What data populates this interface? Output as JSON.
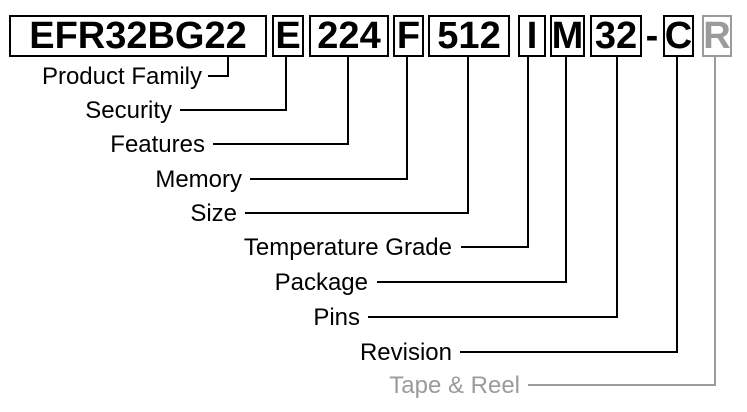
{
  "part_number": {
    "separator": "-",
    "segments": [
      {
        "code": "EFR32BG22",
        "label": "Product Family",
        "muted": false
      },
      {
        "code": "E",
        "label": "Security",
        "muted": false
      },
      {
        "code": "224",
        "label": "Features",
        "muted": false
      },
      {
        "code": "F",
        "label": "Memory",
        "muted": false
      },
      {
        "code": "512",
        "label": "Size",
        "muted": false
      },
      {
        "code": "I",
        "label": "Temperature Grade",
        "muted": false
      },
      {
        "code": "M",
        "label": "Package",
        "muted": false
      },
      {
        "code": "32",
        "label": "Pins",
        "muted": false
      },
      {
        "code": "C",
        "label": "Revision",
        "muted": false
      },
      {
        "code": "R",
        "label": "Tape & Reel",
        "muted": true
      }
    ],
    "colors": {
      "ink": "#000000",
      "muted": "#9b9b9b",
      "background": "#ffffff"
    }
  }
}
